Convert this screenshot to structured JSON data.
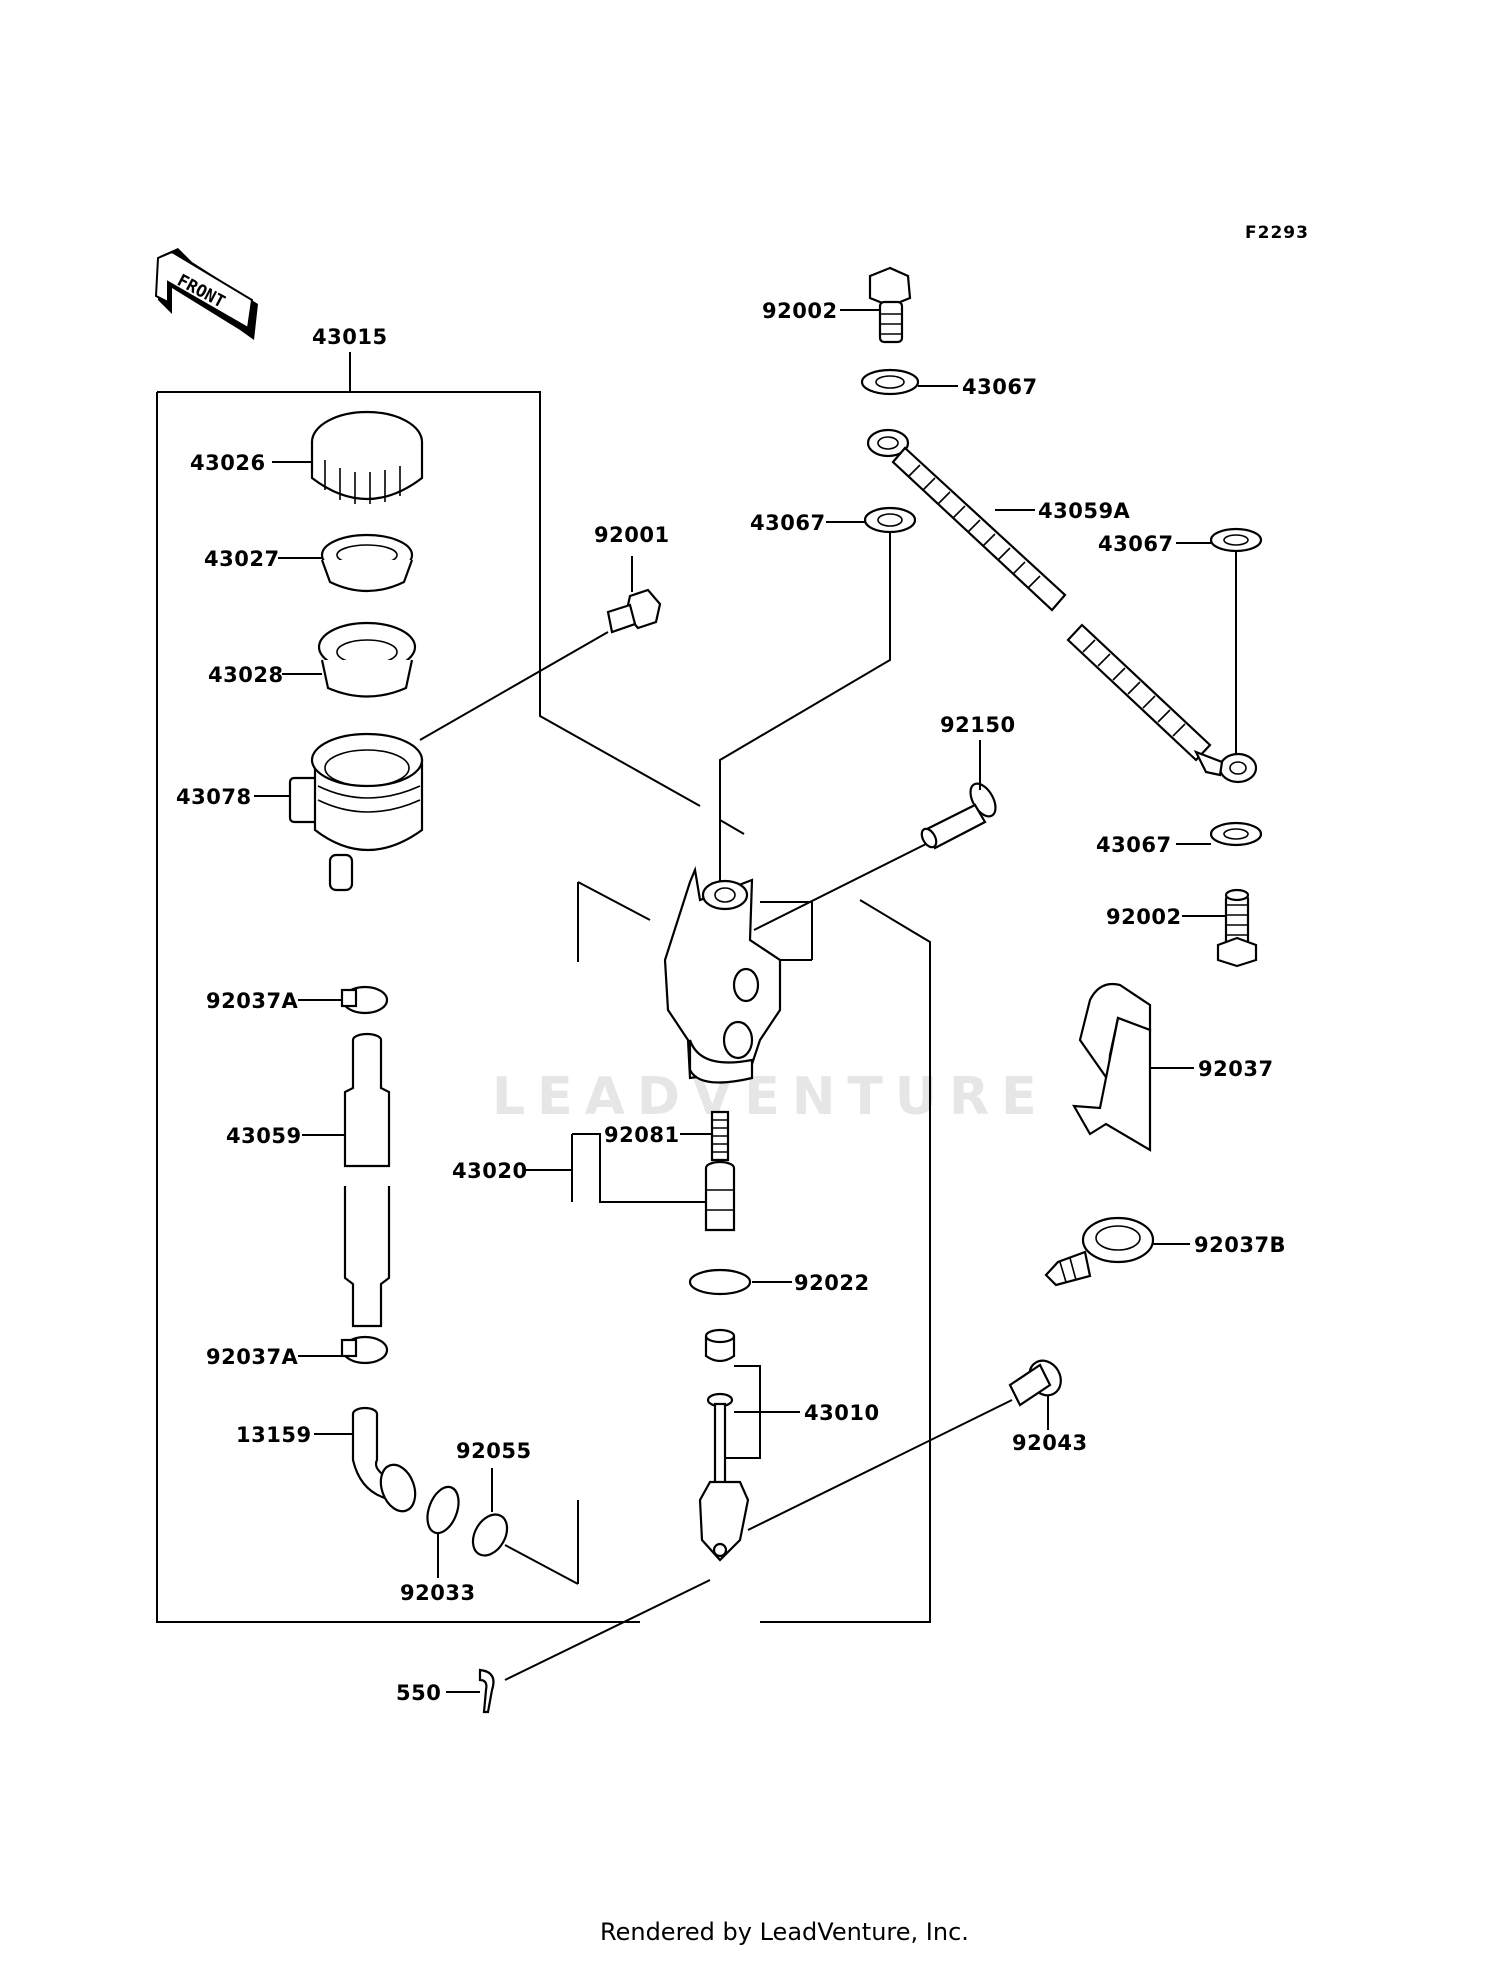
{
  "diagram_code": "F2293",
  "front_label": "FRONT",
  "watermark": "LEADVENTURE",
  "footer": "Rendered by LeadVenture, Inc.",
  "parts": {
    "p43015": "43015",
    "p43026": "43026",
    "p43027": "43027",
    "p43028": "43028",
    "p43078": "43078",
    "p92001": "92001",
    "p92037A_top": "92037A",
    "p43059": "43059",
    "p92037A_bottom": "92037A",
    "p13159": "13159",
    "p92055": "92055",
    "p92033": "92033",
    "p550": "550",
    "p92002_top": "92002",
    "p43067_a": "43067",
    "p43067_b": "43067",
    "p43059A": "43059A",
    "p43067_c": "43067",
    "p92150": "92150",
    "p43067_d": "43067",
    "p92002_bottom": "92002",
    "p92037": "92037",
    "p92037B": "92037B",
    "p92081": "92081",
    "p43020": "43020",
    "p92022": "92022",
    "p43010": "43010",
    "p92043": "92043"
  }
}
